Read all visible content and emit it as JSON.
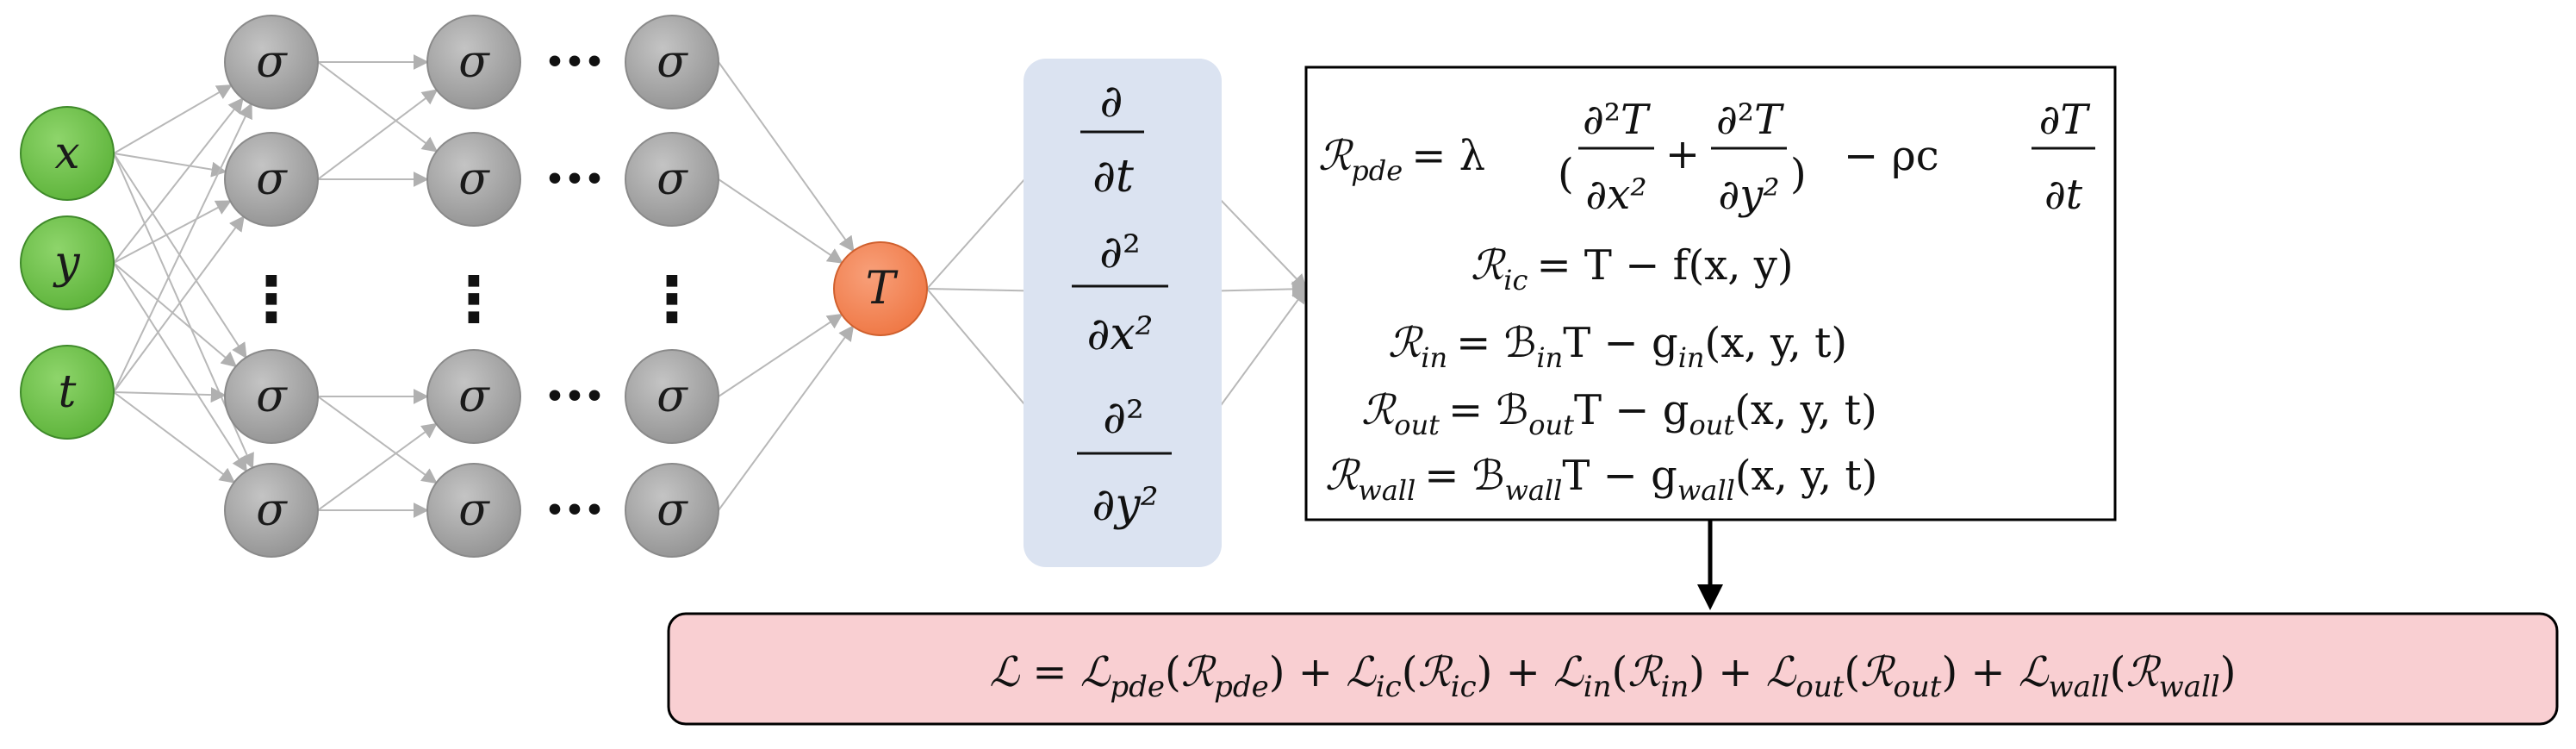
{
  "network": {
    "inputs": [
      "x",
      "y",
      "t"
    ],
    "hidden_symbol": "σ",
    "ellipsis_h": "•••",
    "ellipsis_v": "⋮",
    "output": "T"
  },
  "derivatives": {
    "d_dt": {
      "num": "∂",
      "den": "∂t"
    },
    "d2_dx2": {
      "num": "∂²",
      "den": "∂x²"
    },
    "d2_dy2": {
      "num": "∂²",
      "den": "∂y²"
    }
  },
  "residuals": {
    "pde": {
      "lhs": "ℛ",
      "sub": "pde",
      "text": "= λ",
      "rest": "− ρc"
    },
    "ic": {
      "lhs": "ℛ",
      "sub": "ic",
      "rhs": "= T − f(x, y)"
    },
    "in": {
      "lhs": "ℛ",
      "sub": "in",
      "rhs_b": "= ℬ",
      "b_sub": "in",
      "rhs_g": "T − g",
      "g_sub": "in",
      "args": "(x, y, t)"
    },
    "out": {
      "lhs": "ℛ",
      "sub": "out",
      "rhs_b": "= ℬ",
      "b_sub": "out",
      "rhs_g": "T − g",
      "g_sub": "out",
      "args": "(x, y, t)"
    },
    "wall": {
      "lhs": "ℛ",
      "sub": "wall",
      "rhs_b": "= ℬ",
      "b_sub": "wall",
      "rhs_g": "T − g",
      "g_sub": "wall",
      "args": "(x, y, t)"
    }
  },
  "loss": {
    "lhs": "ℒ",
    "terms": [
      {
        "L": "ℒ",
        "sub": "pde",
        "R": "ℛ",
        "rsub": "pde"
      },
      {
        "L": "ℒ",
        "sub": "ic",
        "R": "ℛ",
        "rsub": "ic"
      },
      {
        "L": "ℒ",
        "sub": "in",
        "R": "ℛ",
        "rsub": "in"
      },
      {
        "L": "ℒ",
        "sub": "out",
        "R": "ℛ",
        "rsub": "out"
      },
      {
        "L": "ℒ",
        "sub": "wall",
        "R": "ℛ",
        "rsub": "wall"
      }
    ]
  },
  "colors": {
    "input_fill": "#6cc04a",
    "input_stroke": "#3f8a2a",
    "hidden_fill": "#a6a6a6",
    "output_fill": "#f4875a",
    "deriv_box": "#dbe3f1",
    "loss_box": "#f9cfd2",
    "edge": "#b8b8b8"
  }
}
